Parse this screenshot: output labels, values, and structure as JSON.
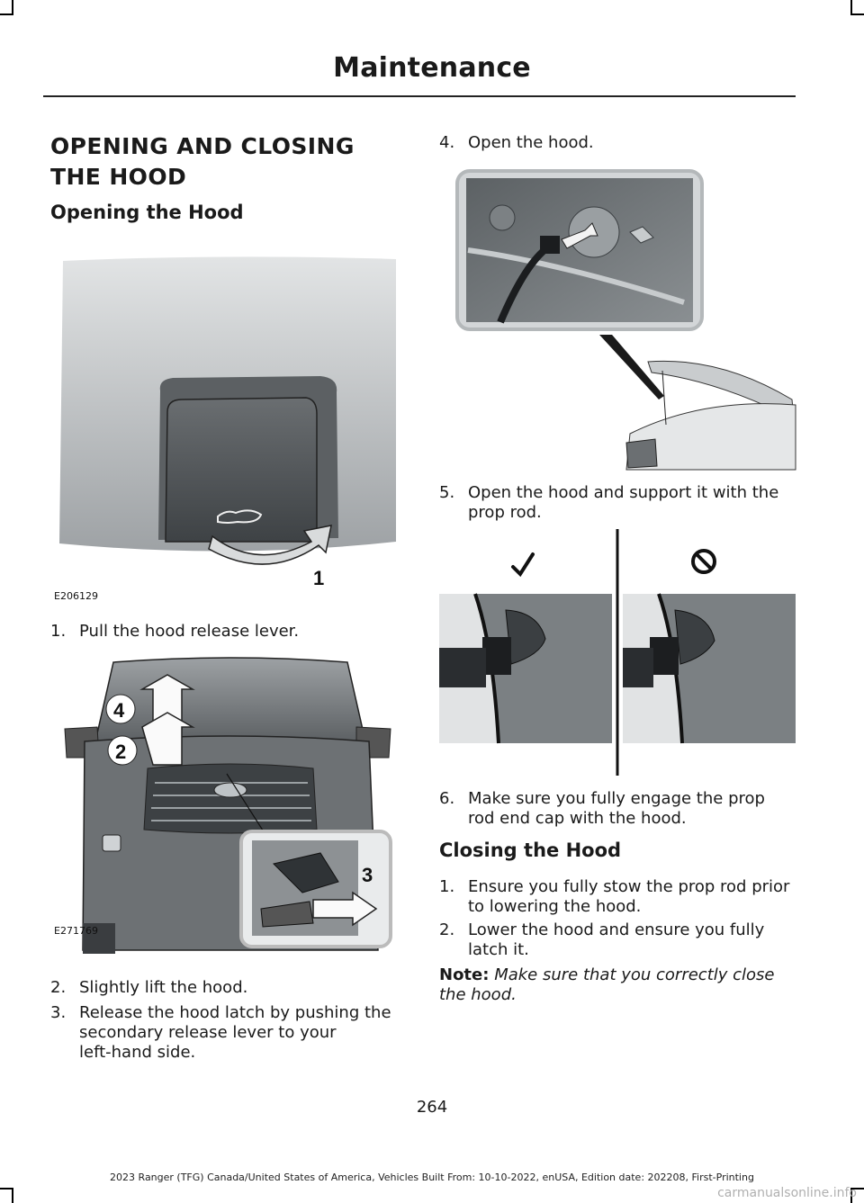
{
  "header": {
    "title": "Maintenance"
  },
  "section": {
    "title": "OPENING AND CLOSING THE HOOD",
    "opening_heading": "Opening the Hood",
    "closing_heading": "Closing the Hood"
  },
  "figures": {
    "fig1": {
      "code": "E206129",
      "callout": "1"
    },
    "fig2": {
      "code": "E271769",
      "callouts": [
        "4",
        "2",
        "3"
      ]
    },
    "fig3": {},
    "fig4": {
      "correct_icon": "checkmark-icon",
      "incorrect_icon": "prohibited-icon"
    }
  },
  "opening_steps": [
    {
      "num": "1.",
      "text": "Pull the hood release lever."
    },
    {
      "num": "2.",
      "text": "Slightly lift the hood."
    },
    {
      "num": "3.",
      "text_lines": [
        "Release the hood latch by pushing the",
        "secondary release lever to your",
        "left-hand side."
      ]
    },
    {
      "num": "4.",
      "text": "Open the hood."
    },
    {
      "num": "5.",
      "text_lines": [
        "Open the hood and support it with the",
        "prop rod."
      ]
    },
    {
      "num": "6.",
      "text_lines": [
        "Make sure you fully engage the prop",
        "rod end cap with the hood."
      ]
    }
  ],
  "closing_steps": [
    {
      "num": "1.",
      "text_lines": [
        "Ensure you fully stow the prop rod prior",
        "to lowering the hood."
      ]
    },
    {
      "num": "2.",
      "text_lines": [
        "Lower the hood and ensure you fully",
        "latch it."
      ]
    }
  ],
  "note": {
    "label": "Note:",
    "text_lines": [
      "Make sure that you correctly close",
      "the hood."
    ]
  },
  "page_number": "264",
  "footer": "2023 Ranger (TFG) Canada/United States of America, Vehicles Built From: 10-10-2022, enUSA, Edition date: 202208, First-Printing",
  "watermark": "carmanualsonline.info"
}
